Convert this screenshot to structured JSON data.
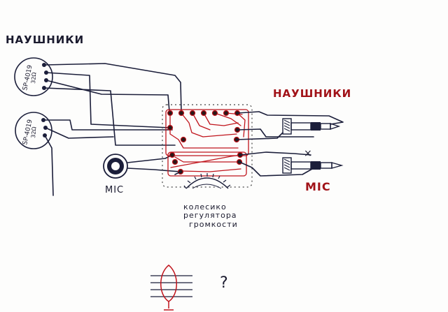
{
  "labels": {
    "headphones_left": "НАУШНИКИ",
    "headphones_right": "НАУШНИКИ",
    "mic_left": "MIC",
    "mic_right": "MIC",
    "speaker_top_model": "SP-4019",
    "speaker_top_ohm": "32Ω",
    "speaker_bottom_model": "SP-4019",
    "speaker_bottom_ohm": "32Ω",
    "wheel_line1": "колесико",
    "wheel_line2": "регулятора",
    "wheel_line3": "громкости",
    "jack_mark": "×",
    "question": "?"
  },
  "colors": {
    "ink_black": "#1b1e3a",
    "ink_red": "#c0141c",
    "paper": "#fdfdfc"
  }
}
